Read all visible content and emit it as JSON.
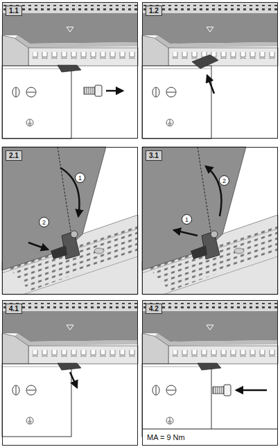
{
  "diagram": {
    "nodes": [
      {
        "text": [
          "1.1"
        ]
      },
      {
        "text": [
          "1.2"
        ]
      },
      {
        "text": [
          "2.1"
        ]
      },
      {
        "text": [
          "1"
        ],
        "in": 2
      },
      {
        "text": [
          "2"
        ],
        "in": 2
      },
      {
        "text": [
          "3.1"
        ]
      },
      {
        "text": [
          "2"
        ],
        "in": 5
      },
      {
        "text": [
          "1"
        ],
        "in": 5
      },
      {
        "text": [
          "4.1"
        ]
      },
      {
        "text": [
          "4.2"
        ]
      }
    ],
    "labels": [
      "MA = 9 Nm"
    ]
  }
}
